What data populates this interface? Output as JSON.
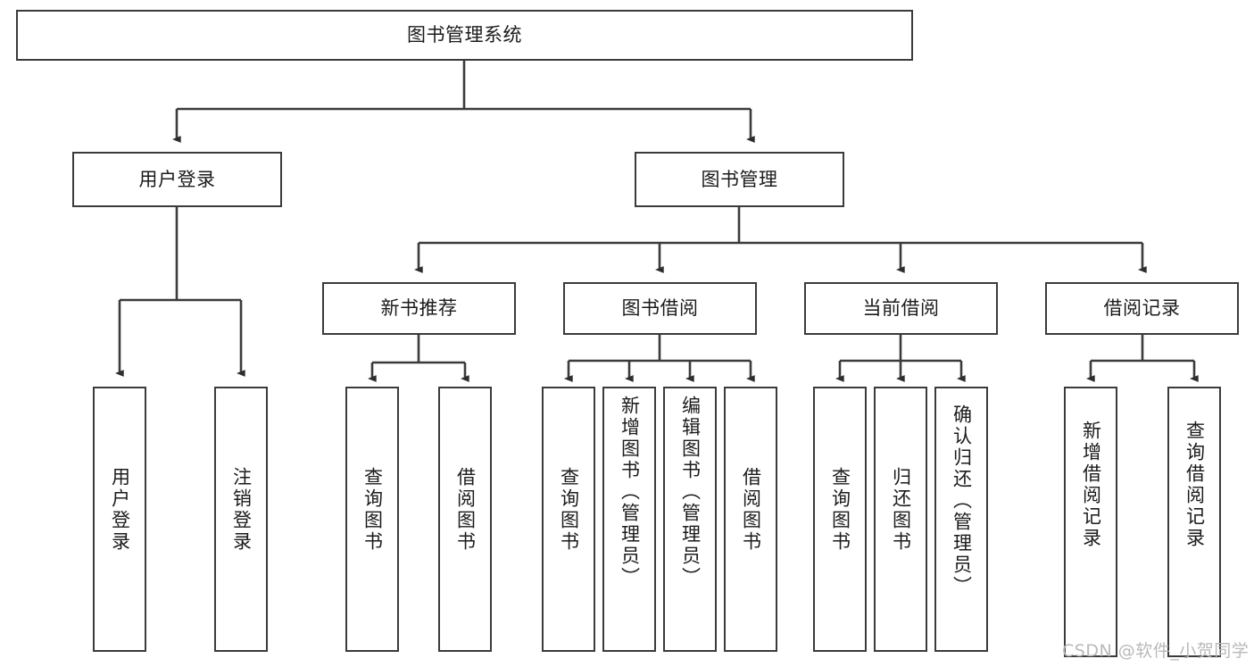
{
  "diagram": {
    "title": "图书管理系统",
    "type": "hierarchy-tree",
    "root": {
      "id": "root",
      "label": "图书管理系统"
    },
    "level2": [
      {
        "id": "user-login",
        "label": "用户登录"
      },
      {
        "id": "book-manage",
        "label": "图书管理"
      }
    ],
    "level3": [
      {
        "id": "new-book-rec",
        "label": "新书推荐",
        "parent": "book-manage"
      },
      {
        "id": "book-borrow",
        "label": "图书借阅",
        "parent": "book-manage"
      },
      {
        "id": "current-borrow",
        "label": "当前借阅",
        "parent": "book-manage"
      },
      {
        "id": "borrow-record",
        "label": "借阅记录",
        "parent": "book-manage"
      }
    ],
    "leaves": [
      {
        "id": "leaf-user-login",
        "label": "用户登录",
        "parent": "user-login"
      },
      {
        "id": "leaf-user-logout",
        "label": "注销登录",
        "parent": "user-login"
      },
      {
        "id": "leaf-query-book-1",
        "label": "查询图书",
        "parent": "new-book-rec"
      },
      {
        "id": "leaf-borrow-book-1",
        "label": "借阅图书",
        "parent": "new-book-rec"
      },
      {
        "id": "leaf-query-book-2",
        "label": "查询图书",
        "parent": "book-borrow"
      },
      {
        "id": "leaf-add-book",
        "label": "新增图书（管理员）",
        "parent": "book-borrow"
      },
      {
        "id": "leaf-edit-book",
        "label": "编辑图书（管理员）",
        "parent": "book-borrow"
      },
      {
        "id": "leaf-borrow-book-2",
        "label": "借阅图书",
        "parent": "book-borrow"
      },
      {
        "id": "leaf-query-book-3",
        "label": "查询图书",
        "parent": "current-borrow"
      },
      {
        "id": "leaf-return-book",
        "label": "归还图书",
        "parent": "current-borrow"
      },
      {
        "id": "leaf-confirm-return",
        "label": "确认归还（管理员）",
        "parent": "current-borrow"
      },
      {
        "id": "leaf-add-record",
        "label": "新增借阅记录",
        "parent": "borrow-record"
      },
      {
        "id": "leaf-query-record",
        "label": "查询借阅记录",
        "parent": "borrow-record"
      }
    ],
    "watermark": "CSDN @软件_小贺同学",
    "colors": {
      "stroke": "#3b3b3d",
      "fill": "#ffffff",
      "text": "#1b1b1b",
      "watermark": "#b9b9b9"
    }
  }
}
